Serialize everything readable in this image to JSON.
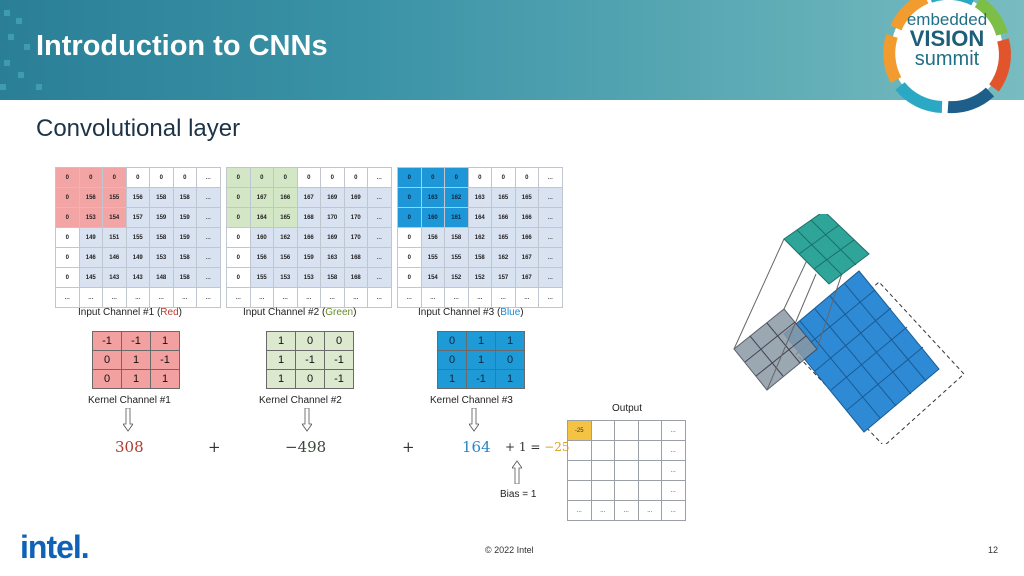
{
  "header": {
    "title": "Introduction to CNNs"
  },
  "logo": {
    "line1": "embedded",
    "line2": "VISION",
    "line3": "summit"
  },
  "subtitle": "Convolutional layer",
  "inputs": [
    {
      "label": "Input Channel #1 (Red)",
      "label_prefix": "Input Channel #1 (",
      "label_color_word": "Red",
      "label_suffix": ")",
      "label_color": "#c0392b",
      "rows": [
        [
          "0",
          "0",
          "0",
          "0",
          "0",
          "0",
          "..."
        ],
        [
          "0",
          "156",
          "155",
          "156",
          "158",
          "158",
          "..."
        ],
        [
          "0",
          "153",
          "154",
          "157",
          "159",
          "159",
          "..."
        ],
        [
          "0",
          "149",
          "151",
          "155",
          "158",
          "159",
          "..."
        ],
        [
          "0",
          "146",
          "146",
          "149",
          "153",
          "158",
          "..."
        ],
        [
          "0",
          "145",
          "143",
          "143",
          "148",
          "158",
          "..."
        ],
        [
          "...",
          "...",
          "...",
          "...",
          "...",
          "...",
          "..."
        ]
      ]
    },
    {
      "label": "Input Channel #2 (Green)",
      "label_prefix": "Input Channel #2 (",
      "label_color_word": "Green",
      "label_suffix": ")",
      "label_color": "#6a8a2a",
      "rows": [
        [
          "0",
          "0",
          "0",
          "0",
          "0",
          "0",
          "..."
        ],
        [
          "0",
          "167",
          "166",
          "167",
          "169",
          "169",
          "..."
        ],
        [
          "0",
          "164",
          "165",
          "168",
          "170",
          "170",
          "..."
        ],
        [
          "0",
          "160",
          "162",
          "166",
          "169",
          "170",
          "..."
        ],
        [
          "0",
          "156",
          "156",
          "159",
          "163",
          "168",
          "..."
        ],
        [
          "0",
          "155",
          "153",
          "153",
          "158",
          "168",
          "..."
        ],
        [
          "...",
          "...",
          "...",
          "...",
          "...",
          "...",
          "..."
        ]
      ]
    },
    {
      "label": "Input Channel #3 (Blue)",
      "label_prefix": "Input Channel #3 (",
      "label_color_word": "Blue",
      "label_suffix": ")",
      "label_color": "#1e88d0",
      "rows": [
        [
          "0",
          "0",
          "0",
          "0",
          "0",
          "0",
          "..."
        ],
        [
          "0",
          "163",
          "162",
          "163",
          "165",
          "165",
          "..."
        ],
        [
          "0",
          "160",
          "161",
          "164",
          "166",
          "166",
          "..."
        ],
        [
          "0",
          "156",
          "158",
          "162",
          "165",
          "166",
          "..."
        ],
        [
          "0",
          "155",
          "155",
          "158",
          "162",
          "167",
          "..."
        ],
        [
          "0",
          "154",
          "152",
          "152",
          "157",
          "167",
          "..."
        ],
        [
          "...",
          "...",
          "...",
          "...",
          "...",
          "...",
          "..."
        ]
      ]
    }
  ],
  "kernels": [
    {
      "label": "Kernel Channel #1",
      "rows": [
        [
          "-1",
          "-1",
          "1"
        ],
        [
          "0",
          "1",
          "-1"
        ],
        [
          "0",
          "1",
          "1"
        ]
      ]
    },
    {
      "label": "Kernel Channel #2",
      "rows": [
        [
          "1",
          "0",
          "0"
        ],
        [
          "1",
          "-1",
          "-1"
        ],
        [
          "1",
          "0",
          "-1"
        ]
      ]
    },
    {
      "label": "Kernel Channel #3",
      "rows": [
        [
          "0",
          "1",
          "1"
        ],
        [
          "0",
          "1",
          "0"
        ],
        [
          "1",
          "-1",
          "1"
        ]
      ]
    }
  ],
  "results": {
    "r1": "308",
    "r1_color": "#b03a2e",
    "plus1": "+",
    "r2": "−498",
    "r2_color": "#3b4a3a",
    "plus2": "+",
    "r3": "164",
    "r3_color": "#2a86c6",
    "bias_term": "+ 1 = ",
    "final": "−25",
    "final_color": "#e0a020",
    "bias_label": "Bias = 1"
  },
  "output": {
    "label": "Output",
    "rows": [
      [
        "-25",
        "",
        "",
        "",
        "..."
      ],
      [
        "",
        "",
        "",
        "",
        "..."
      ],
      [
        "",
        "",
        "",
        "",
        "..."
      ],
      [
        "",
        "",
        "",
        "",
        "..."
      ],
      [
        "...",
        "...",
        "...",
        "...",
        "..."
      ]
    ]
  },
  "footer": {
    "copyright": "© 2022 Intel",
    "page": "12",
    "brand": "intel."
  },
  "colors": {
    "banner": "#3a92a6",
    "logo_ring": [
      "#f29b2e",
      "#2ba8c4",
      "#7dbf46",
      "#e2542c",
      "#1d5f8a"
    ]
  }
}
